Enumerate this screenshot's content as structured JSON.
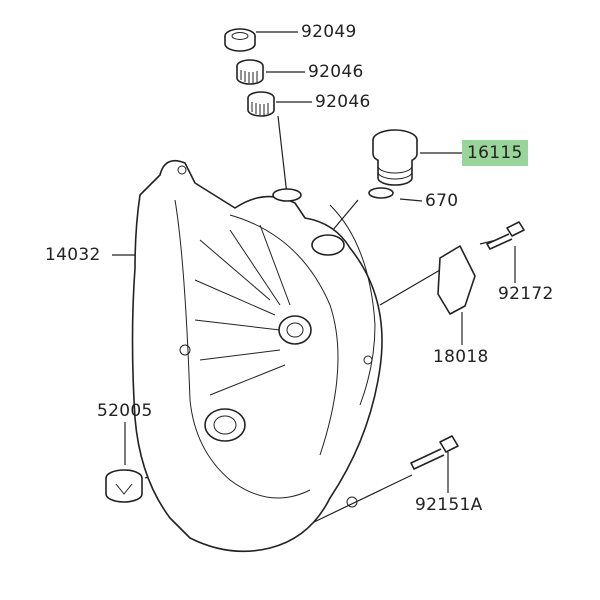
{
  "diagram": {
    "parts": [
      {
        "id": "seal-top",
        "number": "92049"
      },
      {
        "id": "bearing-upper",
        "number": "92046"
      },
      {
        "id": "bearing-lower",
        "number": "92046"
      },
      {
        "id": "oil-filler-cap",
        "number": "16115",
        "highlighted": true
      },
      {
        "id": "o-ring",
        "number": "670"
      },
      {
        "id": "clutch-cover",
        "number": "14032"
      },
      {
        "id": "screw",
        "number": "92172"
      },
      {
        "id": "guide-plate",
        "number": "18018"
      },
      {
        "id": "plug",
        "number": "52005"
      },
      {
        "id": "bolt",
        "number": "92151A"
      }
    ],
    "highlight_color": "#99d49a"
  }
}
